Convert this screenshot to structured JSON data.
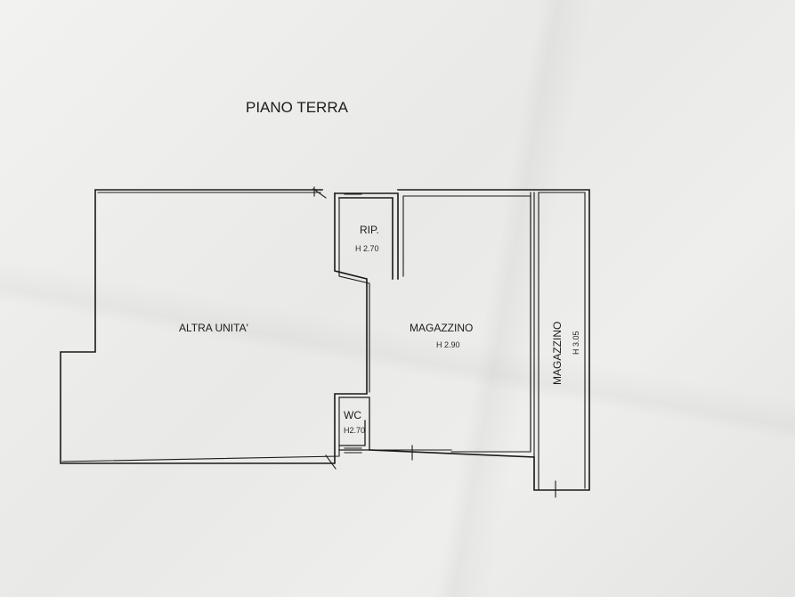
{
  "plan": {
    "title": "PIANO TERRA",
    "rooms": [
      {
        "id": "altra-unita",
        "name": "ALTRA UNITA'",
        "height": ""
      },
      {
        "id": "ripostiglio",
        "name": "RIP.",
        "height": "H 2.70"
      },
      {
        "id": "magazzino",
        "name": "MAGAZZINO",
        "height": "H 2.90"
      },
      {
        "id": "wc",
        "name": "WC",
        "height": "H2.70"
      },
      {
        "id": "magazzino-side",
        "name": "MAGAZZINO",
        "height": "H 3.05"
      }
    ],
    "colors": {
      "paper": "#ececea",
      "ink": "#1c1c1c"
    }
  }
}
